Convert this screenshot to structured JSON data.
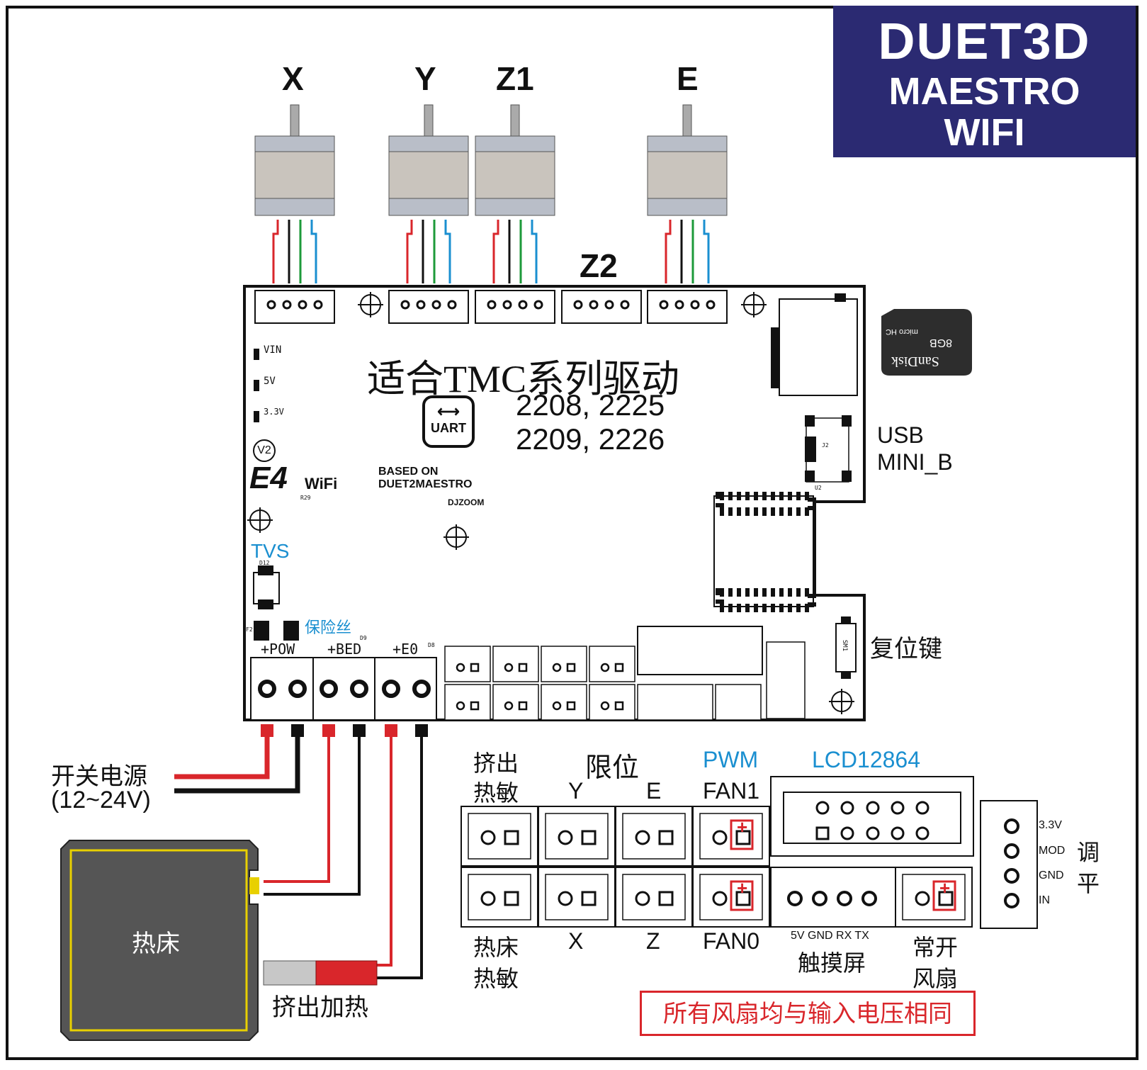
{
  "title": {
    "line1": "DUET3D",
    "line2": "MAESTRO",
    "line3": "WIFI"
  },
  "motors": {
    "x": "X",
    "y": "Y",
    "z1": "Z1",
    "z2": "Z2",
    "e": "E"
  },
  "board": {
    "heading": "适合TMC系列驱动",
    "drivers_line1": "2208, 2225",
    "drivers_line2": "2209, 2226",
    "uart": "UART",
    "led_vin": "VIN",
    "led_5v": "5V",
    "led_33v": "3.3V",
    "version": "V2",
    "e4": "E4",
    "wifi": "WiFi",
    "based_on_1": "BASED ON",
    "based_on_2": "DUET2MAESTRO",
    "djzoom": "DJZOOM",
    "tvs": "TVS",
    "fuse": "保险丝",
    "pow": "+POW",
    "bed": "+BED",
    "e0": "+E0",
    "sm1": "SM1",
    "r29": "R29",
    "d12": "D12",
    "d9": "D9",
    "d8": "D8",
    "f2": "F2",
    "j2": "J2",
    "u2": "U2"
  },
  "sd_card": {
    "brand": "SanDisk",
    "size": "8GB",
    "type": "micro HC"
  },
  "usb": {
    "line1": "USB",
    "line2": "MINI_B"
  },
  "reset": "复位键",
  "psu": {
    "line1": "开关电源",
    "line2": "(12~24V)"
  },
  "heated_bed": "热床",
  "hotend": "挤出加热",
  "connectors": {
    "extruder_thermistor_1": "挤出",
    "extruder_thermistor_2": "热敏",
    "endstop": "限位",
    "endstop_y": "Y",
    "endstop_e": "E",
    "endstop_x": "X",
    "endstop_z": "Z",
    "pwm": "PWM",
    "fan1": "FAN1",
    "fan0": "FAN0",
    "lcd": "LCD12864",
    "bed_thermistor_1": "热床",
    "bed_thermistor_2": "热敏",
    "touch_pins": "5V GND RX TX",
    "touch": "触摸屏",
    "always_fan_1": "常开",
    "always_fan_2": "风扇",
    "leveling_pins": [
      "3.3V",
      "MOD",
      "GND",
      "IN"
    ],
    "leveling_1": "调",
    "leveling_2": "平",
    "plus": "+"
  },
  "note": "所有风扇均与输入电压相同",
  "colors": {
    "title_bg": "#2b2a72",
    "red": "#d9262b",
    "green": "#1d9a3a",
    "blue": "#1a8fd0",
    "black": "#111111"
  }
}
